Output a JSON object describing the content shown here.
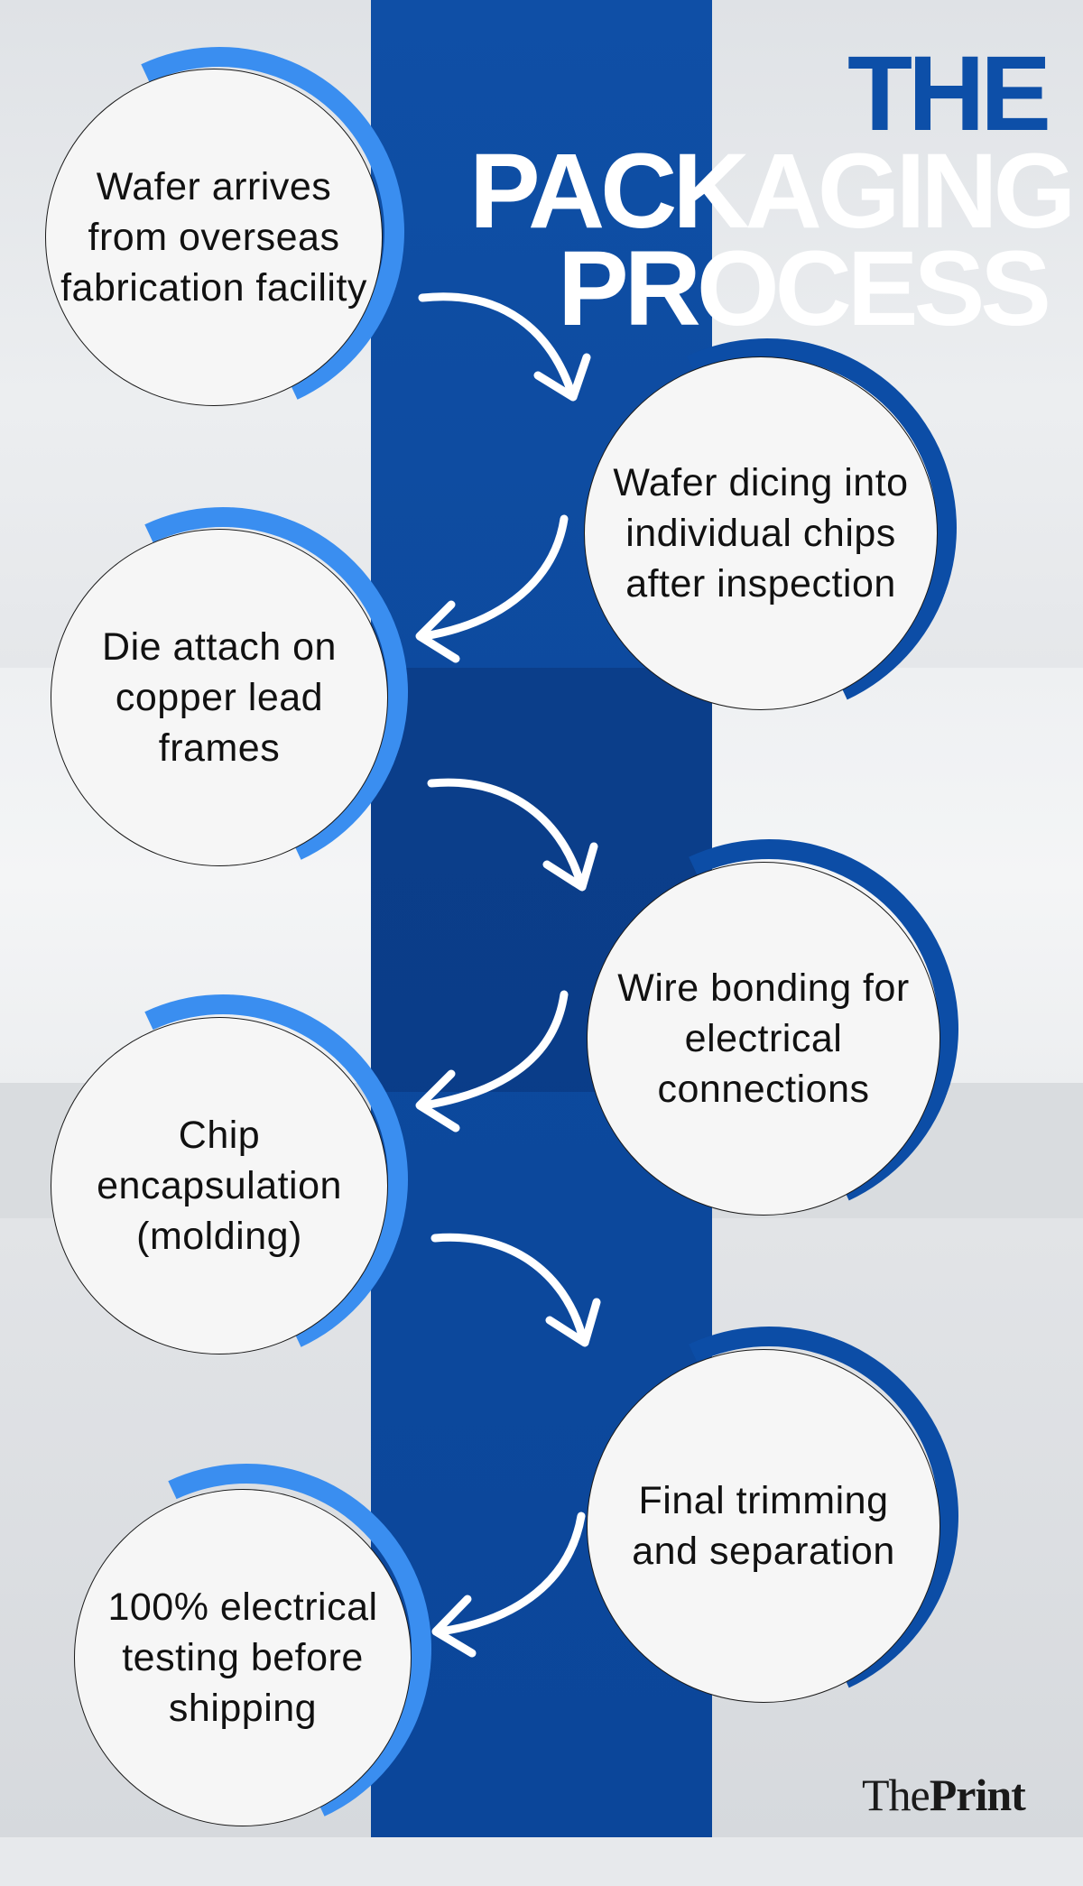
{
  "title": {
    "line1": "THE",
    "line2": "PACKAGING",
    "line3": "PROCESS"
  },
  "steps": [
    "Wafer arrives from overseas fabrication facility",
    "Wafer dicing into individual chips after inspection",
    "Die attach on copper lead frames",
    "Wire bonding for electrical connections",
    "Chip encapsulation (molding)",
    "Final trimming and separation",
    "100% electrical testing before shipping"
  ],
  "logo": {
    "part1": "The",
    "part2": "Print"
  },
  "colors": {
    "center_band": "#0d4a9e",
    "arc_left": "#3a8ef0",
    "arc_right": "#0c4da6",
    "title_accent": "#0d4fa8"
  }
}
